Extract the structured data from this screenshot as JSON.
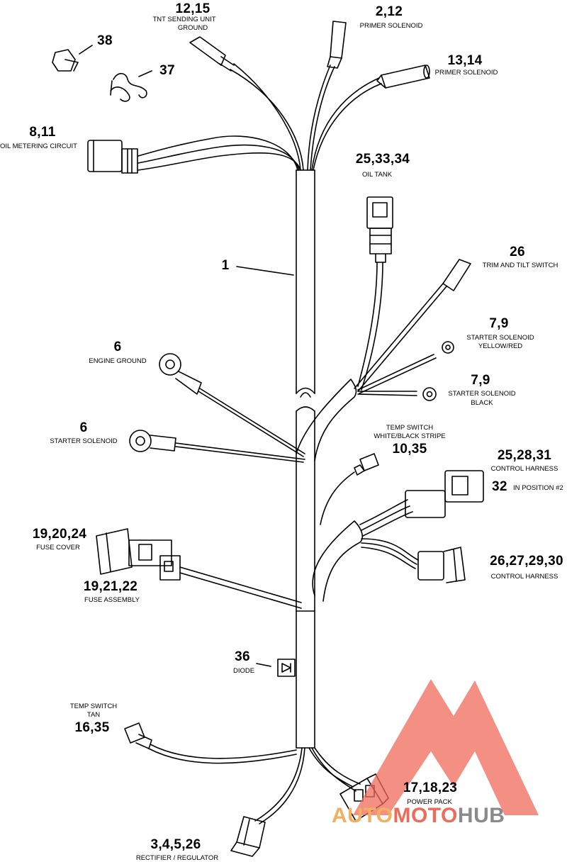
{
  "callouts": [
    {
      "id": "c38",
      "number": "38",
      "caption": []
    },
    {
      "id": "c37",
      "number": "37",
      "caption": []
    },
    {
      "id": "c1215",
      "number": "12,15",
      "caption": [
        "TNT SENDING UNIT",
        "GROUND"
      ]
    },
    {
      "id": "c212",
      "number": "2,12",
      "caption": [
        "PRIMER SOLENOID"
      ]
    },
    {
      "id": "c1314",
      "number": "13,14",
      "caption": [
        "PRIMER SOLENOID"
      ]
    },
    {
      "id": "c811",
      "number": "8,11",
      "caption": [
        "OIL METERING CIRCUIT"
      ]
    },
    {
      "id": "c253334",
      "number": "25,33,34",
      "caption": [
        "OIL TANK"
      ]
    },
    {
      "id": "c1",
      "number": "1",
      "caption": []
    },
    {
      "id": "c26",
      "number": "26",
      "caption": [
        "TRIM AND TILT SWITCH"
      ]
    },
    {
      "id": "c79a",
      "number": "7,9",
      "caption": [
        "STARTER SOLENOID",
        "YELLOW/RED"
      ]
    },
    {
      "id": "c6a",
      "number": "6",
      "caption": [
        "ENGINE GROUND"
      ]
    },
    {
      "id": "c79b",
      "number": "7,9",
      "caption": [
        "STARTER SOLENOID",
        "BLACK"
      ]
    },
    {
      "id": "c6b",
      "number": "6",
      "caption": [
        "STARTER SOLENOID"
      ]
    },
    {
      "id": "c1035",
      "number": "10,35",
      "caption": [
        "TEMP SWITCH",
        "WHITE/BLACK STRIPE"
      ]
    },
    {
      "id": "c252831",
      "number": "25,28,31",
      "caption": [
        "CONTROL HARNESS"
      ]
    },
    {
      "id": "c32",
      "number": "32",
      "caption": [
        "IN POSITION #2"
      ]
    },
    {
      "id": "c192024",
      "number": "19,20,24",
      "caption": [
        "FUSE COVER"
      ]
    },
    {
      "id": "c26272930",
      "number": "26,27,29,30",
      "caption": [
        "CONTROL HARNESS"
      ]
    },
    {
      "id": "c192122",
      "number": "19,21,22",
      "caption": [
        "FUSE ASSEMBLY"
      ]
    },
    {
      "id": "c36",
      "number": "36",
      "caption": [
        "DIODE"
      ]
    },
    {
      "id": "c1635",
      "number": "16,35",
      "caption": [
        "TEMP SWITCH",
        "TAN"
      ]
    },
    {
      "id": "c171823",
      "number": "17,18,23",
      "caption": [
        "POWER PACK"
      ]
    },
    {
      "id": "c34526",
      "number": "3,4,5,26",
      "caption": [
        "RECTIFIER / REGULATOR"
      ]
    }
  ],
  "watermark": {
    "part1": "AUTO",
    "part2": "MOTO",
    "part3": "HUB",
    "colors": {
      "auto": "#f0b060",
      "moto": "#f06a5a",
      "hub": "#8a8a8a",
      "mark": "#f06a5a"
    }
  }
}
